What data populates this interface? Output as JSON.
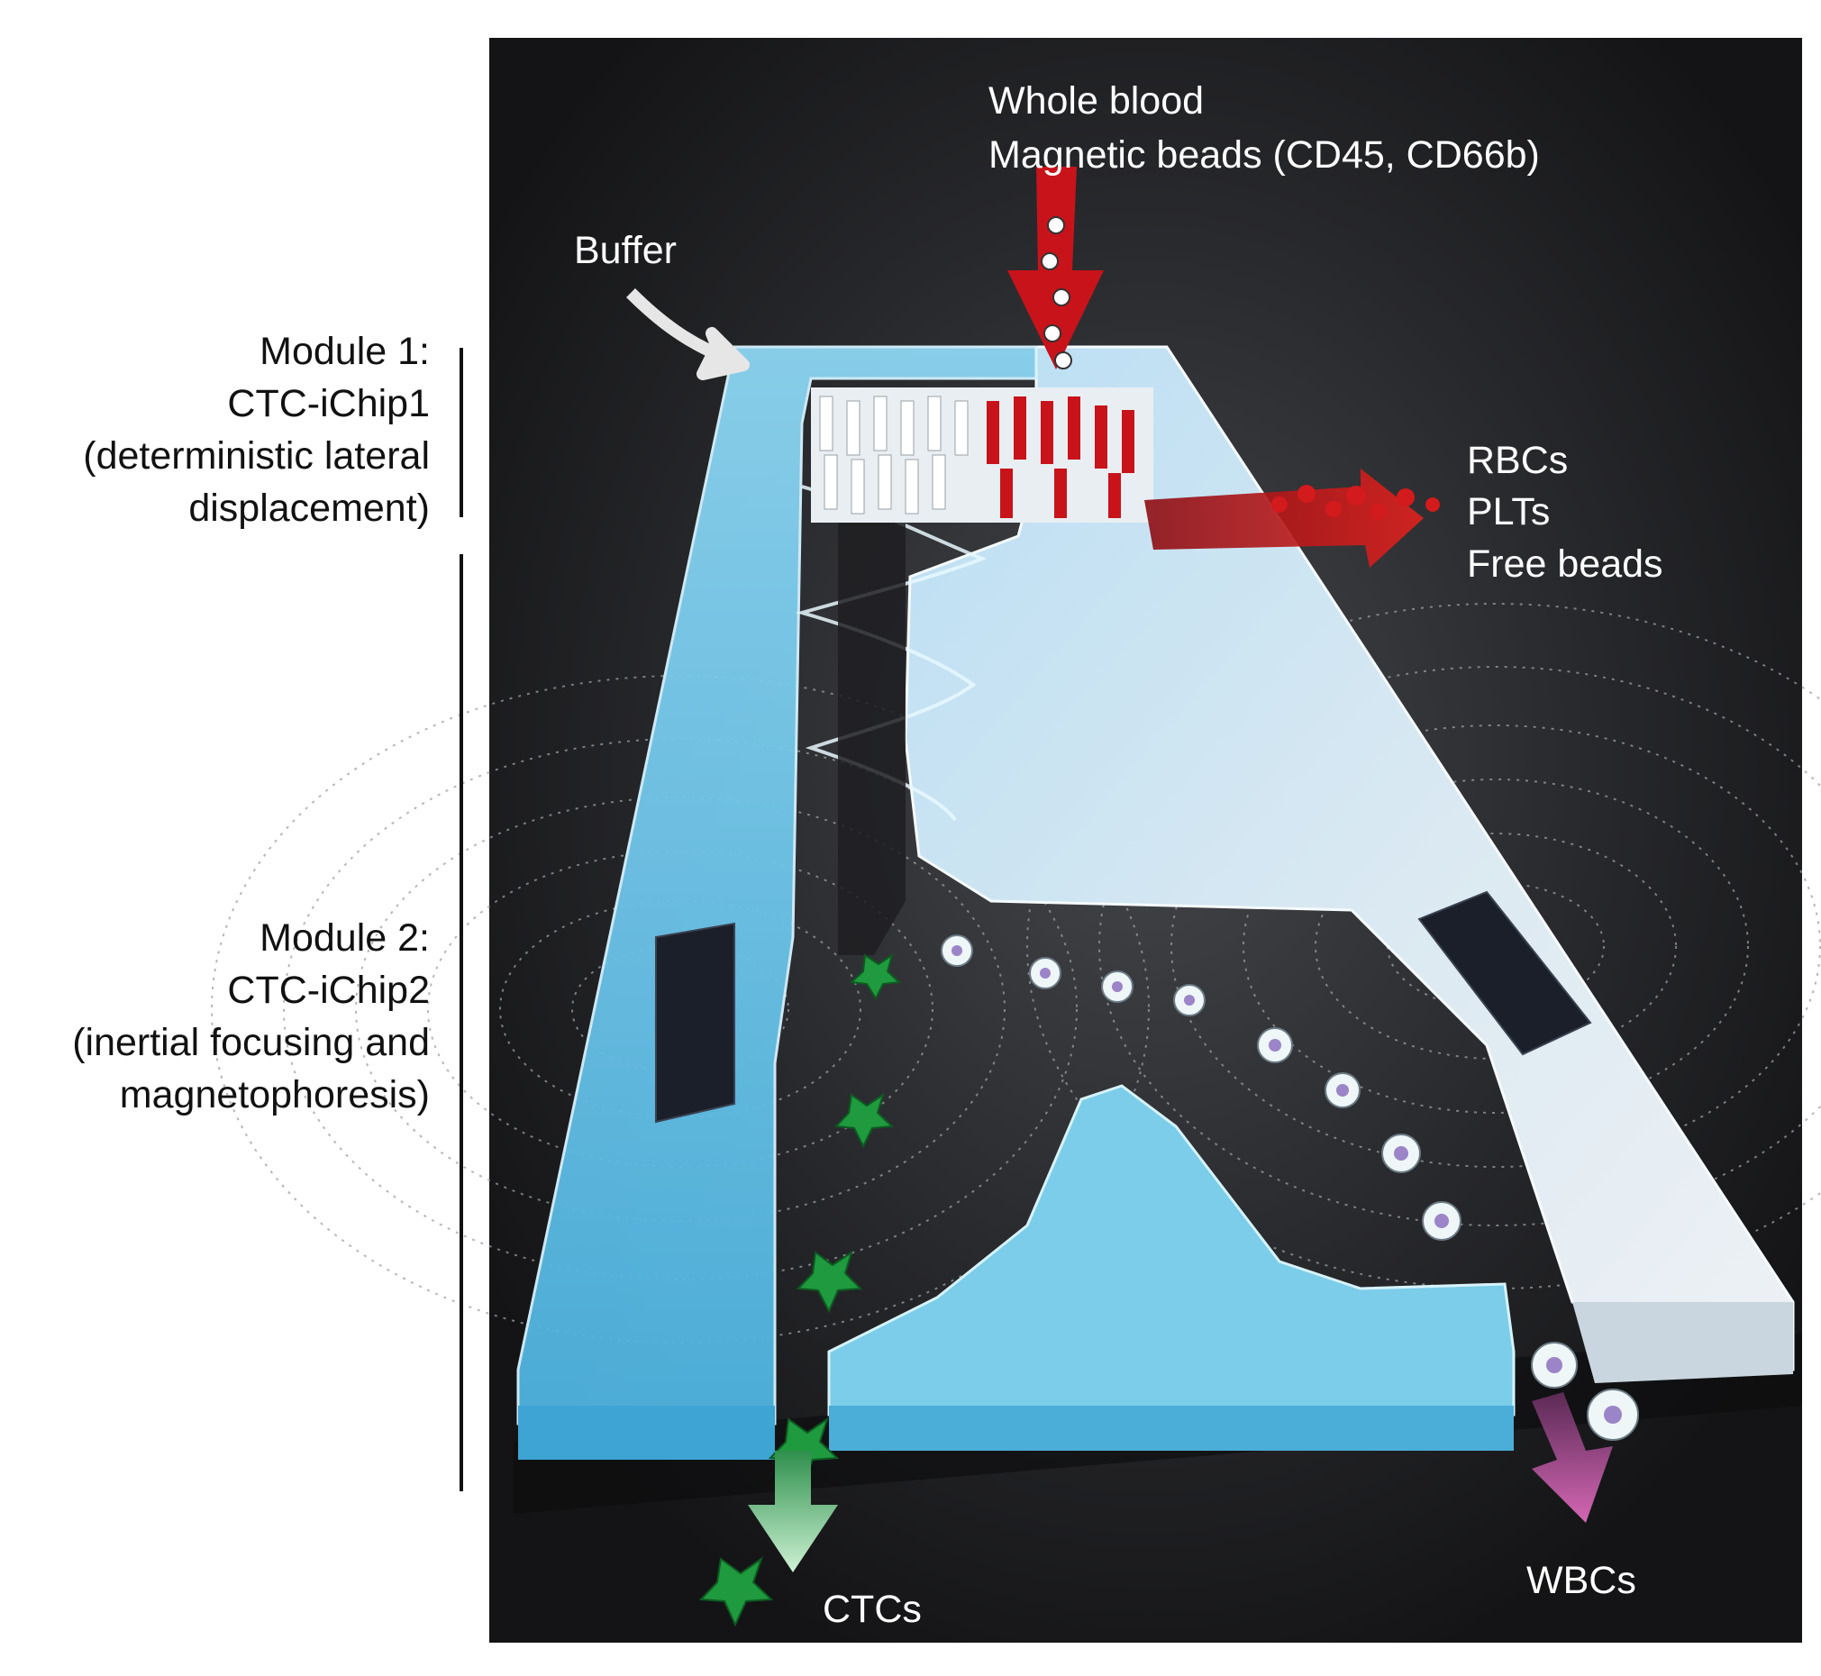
{
  "inputs": {
    "whole_blood": "Whole blood",
    "magnetic_beads": "Magnetic beads (CD45, CD66b)",
    "buffer": "Buffer"
  },
  "modules": [
    {
      "title": "Module 1:",
      "name": "CTC-iChip1",
      "desc_1": "(deterministic lateral",
      "desc_2": "displacement)"
    },
    {
      "title": "Module 2:",
      "name": "CTC-iChip2",
      "desc_1": "(inertial focusing and",
      "desc_2": "magnetophoresis)"
    }
  ],
  "outputs": {
    "rbcs": "RBCs",
    "plts": "PLTs",
    "free_beads": "Free beads",
    "ctcs": "CTCs",
    "wbcs": "WBCs"
  },
  "colors": {
    "background": "#1b1b1d",
    "channel_blue": "#6fc8ec",
    "chip_white": "#e4edf3",
    "rbc_red": "#c8131a",
    "ctc_green": "#1f9a3e",
    "wbc_arrow": "#c0529e",
    "ctc_arrow": "#b7e8c0",
    "magnet": "#1a1f2a"
  }
}
